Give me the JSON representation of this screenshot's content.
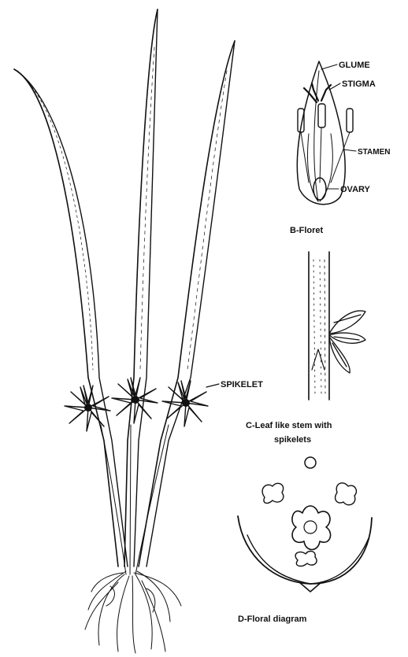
{
  "figure": {
    "labels": {
      "glume": "GLUME",
      "stigma": "STIGMA",
      "stamen": "STAMEN",
      "ovary": "OVARY",
      "spikelet": "SPIKELET"
    },
    "captions": {
      "floret": "B-Floret",
      "stem_line1": "C-Leaf like stem with",
      "stem_line2": "spikelets",
      "floral_diagram": "D-Floral diagram"
    },
    "colors": {
      "ink": "#111111",
      "paper": "#ffffff"
    }
  }
}
